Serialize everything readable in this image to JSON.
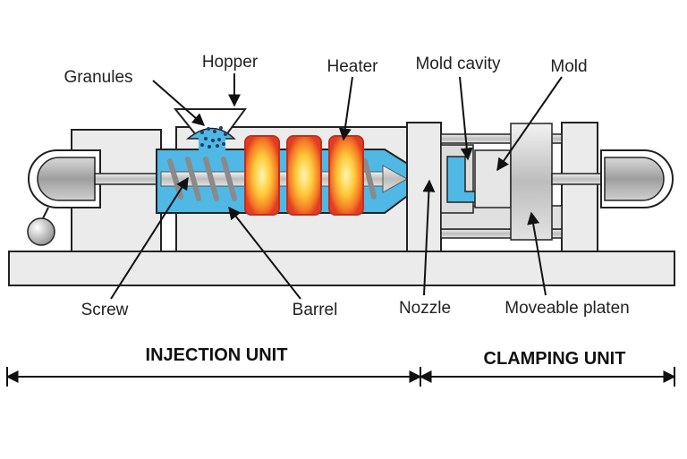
{
  "labels": {
    "granules": "Granules",
    "hopper": "Hopper",
    "heater": "Heater",
    "mold_cavity": "Mold cavity",
    "mold": "Mold",
    "screw": "Screw",
    "barrel": "Barrel",
    "nozzle": "Nozzle",
    "moveable_platen": "Moveable platen"
  },
  "sections": {
    "injection_unit": "INJECTION UNIT",
    "clamping_unit": "CLAMPING UNIT"
  },
  "colors": {
    "frame": "#ebebeb",
    "outline": "#222222",
    "barrel": "#4fb8e4",
    "heater_outer": "#e8472b",
    "heater_inner": "#ffe06a",
    "metal": "#cfcfcf"
  }
}
